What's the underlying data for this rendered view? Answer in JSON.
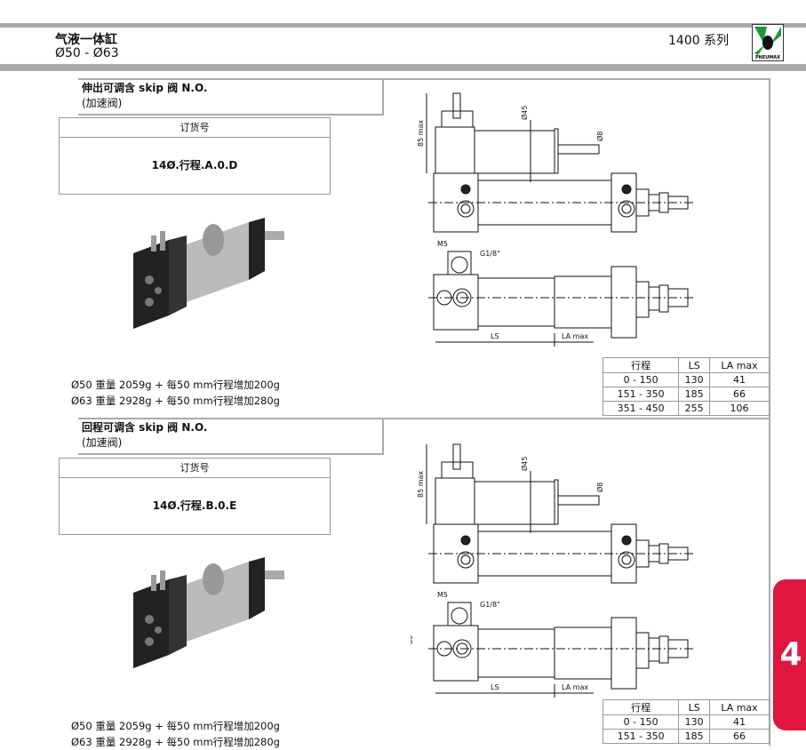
{
  "header": {
    "title": "气液一体缸",
    "range": "Ø50 - Ø63",
    "series": "1400 系列",
    "logo_text": "PNEUMAX"
  },
  "sections": [
    {
      "title": "伸出可调含 skip 阀 N.O.",
      "subtitle": "(加速阀)",
      "order_label": "订货号",
      "order_code": "14Ø.行程.A.0.D",
      "weights": [
        "Ø50 重量 2059g + 每50 mm行程增加200g",
        "Ø63 重量 2928g + 每50 mm行程增加280g"
      ],
      "drawing": {
        "height_label": "85 max",
        "d1": "Ø45",
        "d2": "Ø8",
        "m5": "M5",
        "g": "G1/8\"",
        "ls": "LS",
        "la": "LA max",
        "side": ""
      },
      "table": {
        "headers": [
          "行程",
          "LS",
          "LA max"
        ],
        "rows": [
          [
            "0 - 150",
            "130",
            "41"
          ],
          [
            "151 - 350",
            "185",
            "66"
          ],
          [
            "351 - 450",
            "255",
            "106"
          ]
        ]
      }
    },
    {
      "title": "回程可调含 skip 阀 N.O.",
      "subtitle": "(加速阀)",
      "order_label": "订货号",
      "order_code": "14Ø.行程.B.0.E",
      "weights": [
        "Ø50 重量 2059g + 每50 mm行程增加200g",
        "Ø63 重量 2928g + 每50 mm行程增加280g"
      ],
      "drawing": {
        "height_label": "85 max",
        "d1": "Ø45",
        "d2": "Ø8",
        "m5": "M5",
        "g": "G1/8\"",
        "ls": "LS",
        "la": "LA max",
        "side": "80"
      },
      "table": {
        "headers": [
          "行程",
          "LS",
          "LA max"
        ],
        "rows": [
          [
            "0 - 150",
            "130",
            "41"
          ],
          [
            "151 - 350",
            "185",
            "66"
          ]
        ]
      }
    }
  ],
  "page_tab": "4",
  "colors": {
    "accent": "#e0163f",
    "bar": "#a9a9a9",
    "logo_green": "#1a9a3a"
  }
}
